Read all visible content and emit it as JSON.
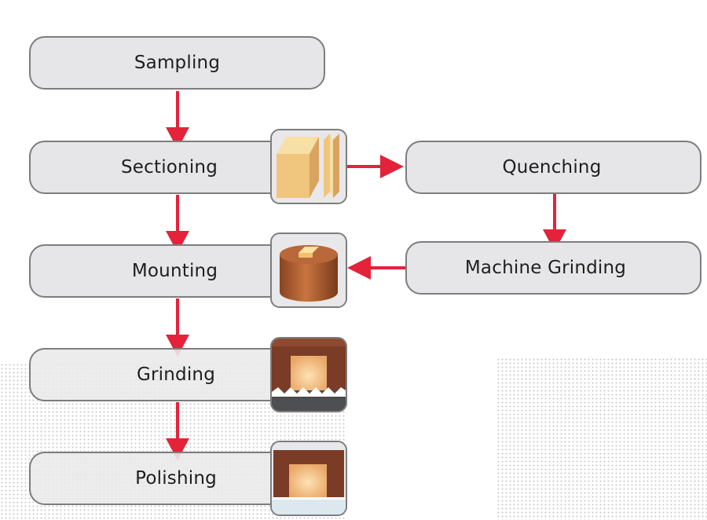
{
  "steps": {
    "sampling": "Sampling",
    "sectioning": "Sectioning",
    "mounting": "Mounting",
    "grinding": "Grinding",
    "polishing": "Polishing",
    "quenching": "Quenching",
    "machine_grinding": "Machine Grinding"
  },
  "icons": {
    "sectioning": "cut-block-icon",
    "mounting": "mounted-cylinder-icon",
    "grinding": "grinding-surface-icon",
    "polishing": "polished-surface-icon"
  },
  "colors": {
    "arrow": "#e4223a",
    "box_fill": "#e6e6e8",
    "box_border": "#7d7d7d"
  }
}
